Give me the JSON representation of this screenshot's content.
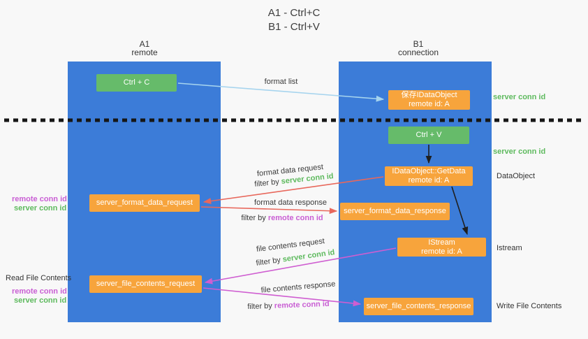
{
  "title": {
    "line1": "A1 - Ctrl+C",
    "line2": "B1 - Ctrl+V"
  },
  "lanes": {
    "left": {
      "name": "A1",
      "role": "remote"
    },
    "right": {
      "name": "B1",
      "role": "connection"
    }
  },
  "nodes": {
    "ctrl_c": {
      "label": "Ctrl + C"
    },
    "ctrl_v": {
      "label": "Ctrl + V"
    },
    "save_dataobject": {
      "line1": "保存IDataObject",
      "line2": "remote id: A"
    },
    "getdata": {
      "line1": "IDataObject::GetData",
      "line2": "remote id: A"
    },
    "istream": {
      "line1": "IStream",
      "line2": "remote id: A"
    },
    "server_format_data_request": {
      "label": "server_format_data_request"
    },
    "server_format_data_response": {
      "label": "server_format_data_response"
    },
    "server_file_contents_request": {
      "label": "server_file_contents_request"
    },
    "server_file_contents_response": {
      "label": "server_file_contents_response"
    }
  },
  "edge_labels": {
    "format_list": "format list",
    "format_data_request": "format data request",
    "format_data_response": "format data response",
    "file_contents_request": "file contents request",
    "file_contents_response": "file contents response",
    "filter_by": "filter by",
    "server_conn_id": "server conn id",
    "remote_conn_id": "remote conn id"
  },
  "side_labels": {
    "server_conn_id_top": "server conn id",
    "server_conn_id_mid": "server conn id",
    "dataobject": "DataObject",
    "istream": "Istream",
    "read_file_contents": "Read File Contents",
    "write_file_contents": "Write File Contents",
    "remote_conn_id": "remote conn id",
    "server_conn_id": "server conn id"
  },
  "colors": {
    "lane_blue": "#3c7cd8",
    "box_green": "#66bb6a",
    "box_orange": "#f7a43c",
    "arrow_lightblue": "#a6d4ee",
    "arrow_black": "#1f1f1f",
    "arrow_red": "#e8685c",
    "arrow_magenta": "#cf5ed1",
    "text_green": "#5eba5e",
    "text_magenta": "#c95fd4",
    "divider_black": "#161616",
    "background": "#f8f8f8"
  }
}
